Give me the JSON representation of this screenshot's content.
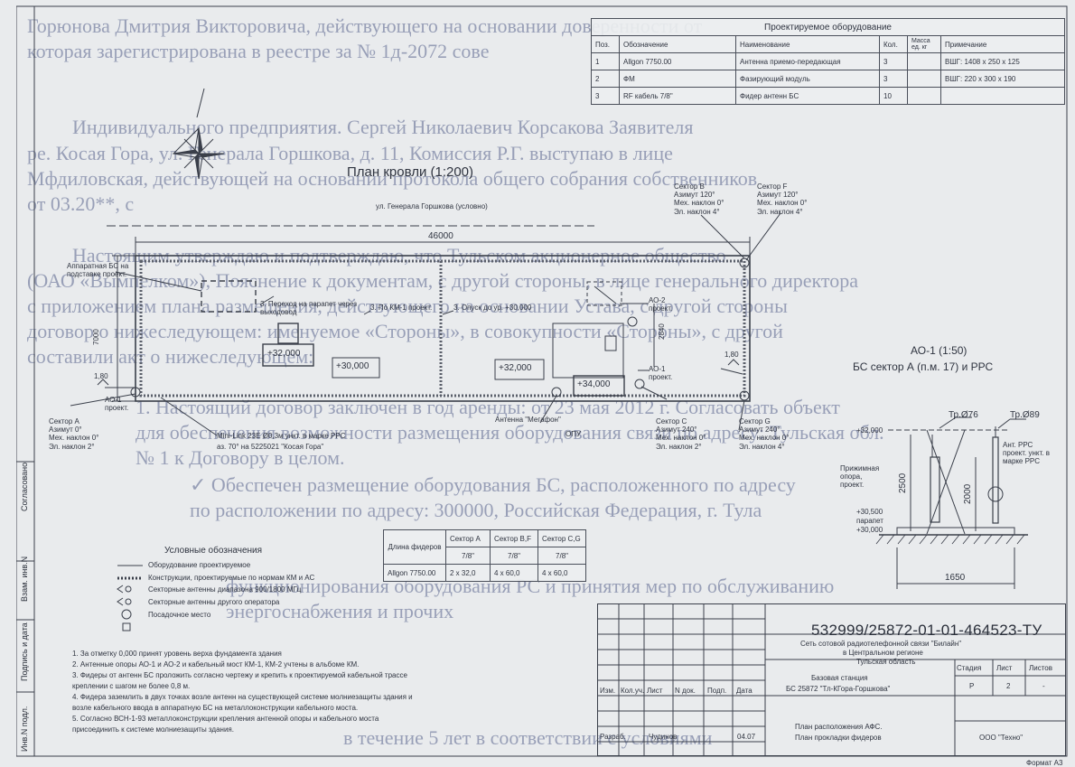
{
  "background_text": [
    "Горюнова Дмитрия Викторовича, действующего на основании доверенности от",
    "которая зарегистрирована в реестре за № 1д-2072 сове",
    "Индивидуального предприятия. Сергей Николаевич Корсакова Заявителя",
    "ре. Косая Гора, ул. Генерала Горшкова, д. 11, Комиссия Р.Г. выступаю в лице",
    "Мфдиловская, действующей на основании протокола общего собрания собственников",
    "от 03.20**, с",
    "Настоящим утверждаю и подтверждаю, что Тульском акционерное общество",
    "(ОАО «Вымпелком»), Пояснение к документам, с другой стороны, в лице генерального директора",
    "с приложением плана размещения, действующего на основании Устава, с другой стороны",
    "договор о нижеследующем: именуемое «Стороны», в совокупности «Стороны», с другой",
    "составили акт о нижеследующем:",
    "1. Настоящий договор заключен в год аренды: от 23 мая 2012 г. Согласовать объект",
    "для обеспечения возможности размещения оборудования связи по адресу: Тульская обл.",
    "№ 1 к Договору в целом.",
    "✓ Обеспечен размещение оборудования БС, расположенного по адресу",
    "по расположении по адресу: 300000, Российская Федерация, г. Тула",
    "функционирования оборудования РС и принятия мер по обслуживанию",
    "энергоснабжения и прочих",
    "в течение 5 лет в соответствии с условиями"
  ],
  "equipment_table": {
    "title": "Проектируемое оборудование",
    "headers": [
      "Поз.",
      "Обозначение",
      "Наименование",
      "Кол.",
      "Масса ед. кг",
      "Примечание"
    ],
    "rows": [
      [
        "1",
        "Allgon 7750.00",
        "Антенна приемо-передающая",
        "3",
        "",
        "ВШГ: 1408 х 250 х 125"
      ],
      [
        "2",
        "ФМ",
        "Фазирующий модуль",
        "3",
        "",
        "ВШГ: 220 х 300 х 190"
      ],
      [
        "3",
        "RF кабель 7/8\"",
        "Фидер антенн БС",
        "10",
        "",
        ""
      ]
    ]
  },
  "plan": {
    "title": "План кровли (1:200)",
    "street": "ул. Генерала Горшкова (условно)",
    "dimension_total": "46000",
    "dimension_side": "7000",
    "dim_2840": "2840",
    "elevations": [
      "+32,000",
      "+30,000",
      "+32,000",
      "+34,000"
    ],
    "level_left": "1,80",
    "level_right": "1,80",
    "labels": {
      "bs_cabinet": "Аппаратная БС на подставке проект.",
      "transition": "3. Переход на парапет через выходовод",
      "km1": "3. По КМ-1 проект.",
      "opts": "3. Опуск до ур. +30,000",
      "ao1_left": "АО-1 проект.",
      "ao2": "АО-2 проект.",
      "ao1_right": "АО-1 проект.",
      "megafon": "Антенна \"Мегафон\"",
      "opts2": "ОПУ",
      "minilink": "Mini-Link 23E Ø0,3м ункт. в маркe PPC",
      "az": "аз. 70° на 5225021 \"Косая Гора\""
    },
    "sector_a": [
      "Сектор А",
      "Азимут 0°",
      "Мех. наклон 0°",
      "Эл. наклон 2°"
    ],
    "sector_b": [
      "Сектор В",
      "Азимут 120°",
      "Мех. наклон 0°",
      "Эл. наклон 4°"
    ],
    "sector_f": [
      "Сектор F",
      "Азимут 120°",
      "Мех. наклон 0°",
      "Эл. наклон 4°"
    ],
    "sector_c": [
      "Сектор С",
      "Азимут 240°",
      "Мех. наклон 0°",
      "Эл. наклон 2°"
    ],
    "sector_g": [
      "Сектор G",
      "Азимут 240°",
      "Мех. наклон 0°",
      "Эл. наклон 4°"
    ]
  },
  "detail": {
    "title": "АО-1 (1:50)",
    "subtitle": "БС сектор А (п.м. 17) и РРС",
    "dim_2500": "2500",
    "dim_2000": "2000",
    "dim_1650": "1650",
    "lv1": "+32,000",
    "lv2": "+30,500",
    "lv3": "+30,000",
    "support": "Прижимная опора, проект.",
    "parapet": "парапет",
    "ant_label": "Ант. РРС проект. ункт. в маркe PPC",
    "tag1": "Тр.Ø76",
    "tag2": "Тр.Ø89"
  },
  "feeder_table": {
    "headers": [
      "Длина фидеров",
      "Сектор А",
      "Сектор В,F",
      "Сектор С,G"
    ],
    "sub": [
      "",
      "7/8\"",
      "7/8\"",
      "7/8\""
    ],
    "row": [
      "Allgon 7750.00",
      "2 x 32,0",
      "4 x 60,0",
      "4 x 60,0"
    ]
  },
  "legend": {
    "title": "Условные обозначения",
    "items": [
      "Оборудование проектируемое",
      "Конструкции, проектируемые по нормам КМ и АС",
      "Секторные антенны диапазона 900/1800 МГц",
      "Секторные антенны другого оператора",
      "Посадочное место"
    ]
  },
  "notes": [
    "1.  За отметку 0,000 принят уровень верха фундамента здания",
    "2.  Антенные опоры АО-1 и АО-2 и кабельный мост КМ-1, КМ-2 учтены в альбоме КМ.",
    "3.  Фидеры от антенн БС проложить согласно чертежу и крепить к проектируемой кабельной трассе",
    "     креплении с шагом не более 0,8 м.",
    "4.  Фидера заземлить в двух точках возле антенн на существующей системе молниезащиты здания и",
    "     возле кабельного ввода в аппаратную БС на металлоконструкции кабельного моста.",
    "5.  Согласно ВСН-1-93 металлоконструкции крепления антенной опоры и кабельного моста",
    "     присоединить к системе молниезащиты здания."
  ],
  "title_block": {
    "code": "532999/25872-01-01-464523-ТУ",
    "desc1": "Сеть сотовой радиотелефонной связи \"Билайн\"",
    "desc2": "в Центральном регионе",
    "region": "Тульская область",
    "station1": "Базовая станция",
    "station2": "БС 25872 \"Тл-КГора-Горшкова\"",
    "stage_h": "Стадия",
    "sheet_h": "Лист",
    "sheets_h": "Листов",
    "stage": "Р",
    "sheet": "2",
    "sheets": "-",
    "cols": [
      "Изм.",
      "Кол.уч.",
      "Лист",
      "N док.",
      "Подп.",
      "Дата"
    ],
    "role": "Разраб.",
    "person": "Чудинов",
    "date": "04.07",
    "plan_name1": "План расположения АФС.",
    "plan_name2": "План прокладки фидеров",
    "company": "ООО \"Техно\"",
    "format": "Формат А3"
  },
  "side_stamps": [
    "Согласовано",
    "Взам. инв.N",
    "Подпись и дата",
    "Инв.N подл."
  ]
}
